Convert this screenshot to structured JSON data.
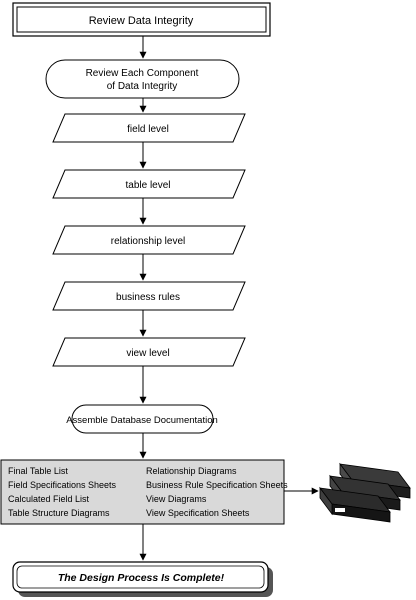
{
  "diagram": {
    "start": {
      "label": "Review Data Integrity"
    },
    "review": {
      "line1": "Review Each Component",
      "line2": "of Data Integrity"
    },
    "levels": [
      {
        "id": "field",
        "label": "field level"
      },
      {
        "id": "table",
        "label": "table level"
      },
      {
        "id": "relationship",
        "label": "relationship level"
      },
      {
        "id": "business",
        "label": "business rules"
      },
      {
        "id": "view",
        "label": "view level"
      }
    ],
    "assemble": {
      "label": "Assemble Database Documentation"
    },
    "documents": {
      "left": [
        "Final Table List",
        "Field Specifications Sheets",
        "Calculated Field List",
        "Table Structure Diagrams"
      ],
      "right": [
        "Relationship Diagrams",
        "Business Rule Specification Sheets",
        "View Diagrams",
        "View Specification Sheets"
      ]
    },
    "end": {
      "label": "The Design Process Is Complete!"
    }
  },
  "colors": {
    "line": "#000000",
    "doc_box_fill": "#d9d9d9",
    "binder": "#2b2b2b",
    "shadow": "#555555"
  }
}
